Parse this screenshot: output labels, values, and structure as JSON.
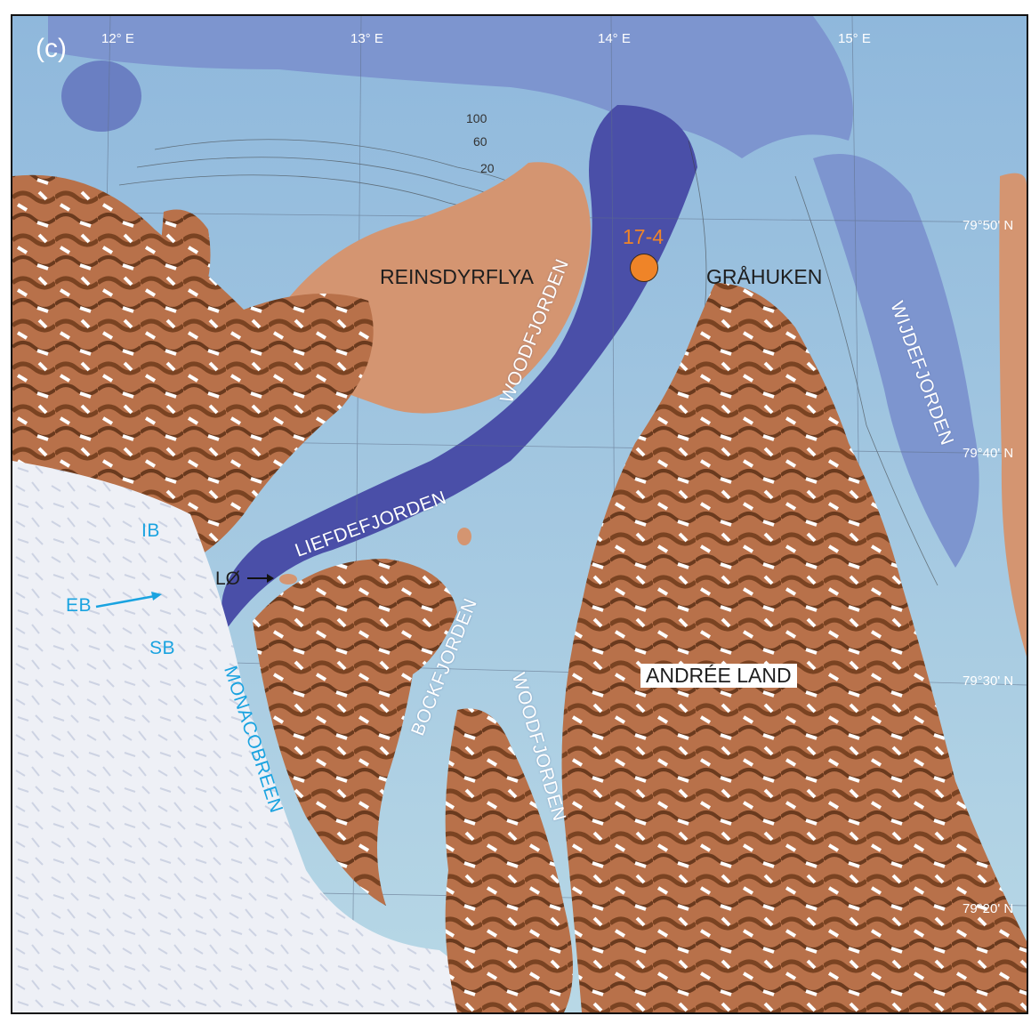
{
  "panel_label": "(c)",
  "longitude_labels": [
    "12° E",
    "13° E",
    "14° E",
    "15° E"
  ],
  "latitude_labels": [
    "79°50' N",
    "79°40' N",
    "79°30' N",
    "79°20' N"
  ],
  "contour_labels": [
    "100",
    "60",
    "20"
  ],
  "station": {
    "label": "17-4",
    "color": "#ef8428"
  },
  "places": {
    "reinsdyrflya": "REINSDYRFLYA",
    "grahuken": "GRÅHUKEN",
    "woodfjorden_north": "WOODFJORDEN",
    "wijdefjorden": "WIJDEFJORDEN",
    "liefdefjorden": "LIEFDEFJORDEN",
    "bockfjorden": "BOCKFJORDEN",
    "woodfjorden_south": "WOODFJORDEN",
    "monacobreen": "MONACOBREEN",
    "andree_land": "ANDRÉE LAND",
    "lo": "LØ"
  },
  "glaciers": {
    "ib": "IB",
    "eb": "EB",
    "sb": "SB"
  },
  "colors": {
    "deep_water": "#4a4fa8",
    "mid_water": "#6f93c8",
    "shallow_water": "#a9cde0",
    "land": "#d49571",
    "land_shadow": "#7a4322",
    "glacier": "#eef0f6",
    "label_blue": "#1aa3e0"
  }
}
